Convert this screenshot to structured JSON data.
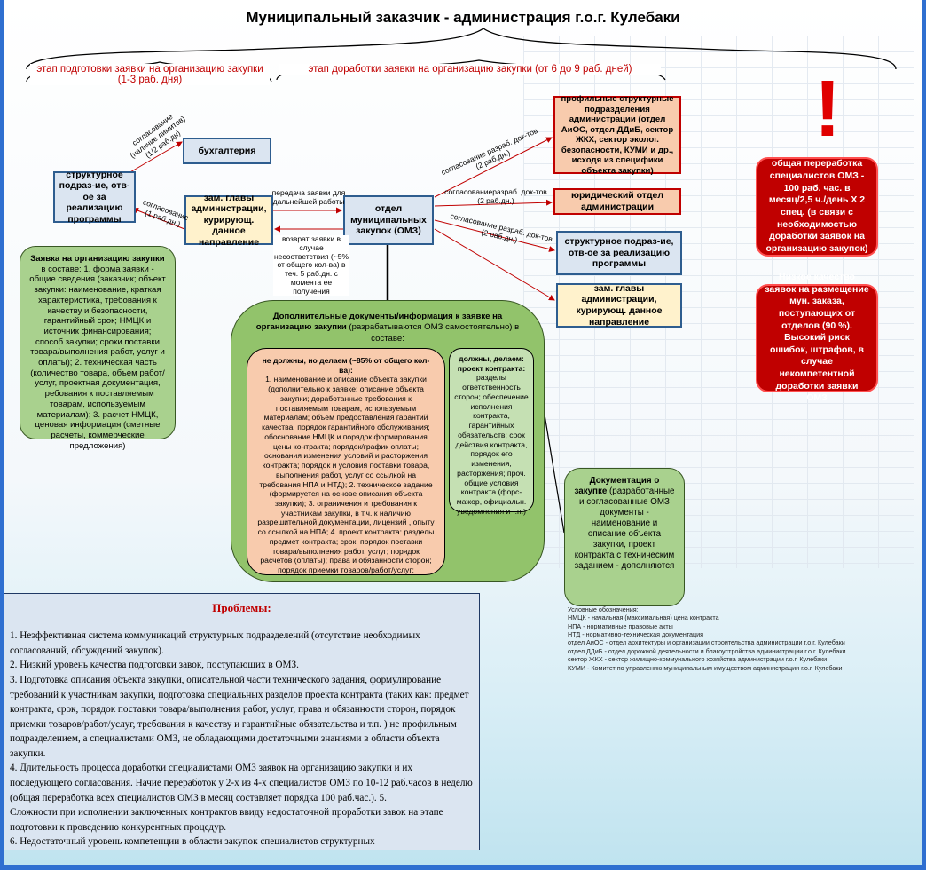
{
  "title": "Муниципальный заказчик - администрация г.о.г. Кулебаки",
  "stages": {
    "prep": "этап подготовки заявки на организацию закупки (1-3 раб. дня)",
    "refine": "этап доработки заявки на организацию закупки (от 6 до 9 раб. дней)"
  },
  "boxes": {
    "struct_div": "структурное подраз-ие, отв-ое за реализацию программы",
    "accounting": "бухгалтерия",
    "deputy": "зам. главы администрации, курирующ. данное направление",
    "omz": "отдел муниципальных закупок (ОМЗ)",
    "profile": "профильные структурные подразделения администрации (отдел АиОС, отдел ДДиБ, сектор ЖКХ, сектор эколог. безопасности, КУМИ и др., исходя из специфики объекта закупки)",
    "legal": "юридический отдел администрации",
    "struct_div2": "структурное подраз-ие, отв-ое за реализацию программы",
    "deputy2": "зам. главы администрации, курирующ. данное направление"
  },
  "arrow_labels": {
    "agree_accounting": "согласование (наличие лимитов) (1/2 раб.дн)",
    "agree_deputy": "согласование (1 раб.дн.)",
    "transfer": "передача заявки для дальнейшей работы",
    "return": "возврат заявки в случае несоответствия (~5% от общего кол-ва) в теч. 5 раб.дн. с момента ее получения",
    "agree_profile": "согласование разраб. док-тов (2 раб.дн.)",
    "agree_legal": "согласованиеразраб. док-тов (2 раб.дн.)",
    "agree_struct": "согласование разраб. док-тов (2 раб.дн.)"
  },
  "application": {
    "lead": "Заявка на организацию закупки",
    "text": " в составе: 1. форма заявки - общие сведения (заказчик; объект закупки: наименование, краткая характеристика, требования к качеству и безопасности, гарантийный срок; НМЦК и источник финансирования; способ закупки; сроки поставки товара/выполнения работ, услуг и оплаты); 2. техническая часть (количество товара, объем работ/услуг, проектная документация, требования к поставляемым товарам, используемым материалам); 3. расчет НМЦК, ценовая информация (сметные расчеты, коммерческие предложения)"
  },
  "additional": {
    "header": "Дополнительные документы/информация к заявке на организацию закупки",
    "header_tail": " (разрабатываются ОМЗ самостоятельно) в составе:",
    "left_lead": "не должны, но делаем (~85% от общего кол-ва):",
    "left_text": "1. наименование и описание объекта закупки (дополнительно к заявке: описание объекта закупки; доработанные требования к поставляемым товарам, используемым материалам; объем предоставления гарантий качества, порядок гарантийного обслуживания; обоснование НМЦК и порядок формирования цены контракта; порядок/график оплаты; основания изменения условий и расторжения контракта; порядок и условия поставки товара, выполнения работ, услуг со ссылкой на требования НПА и НТД); 2. техническое задание (формируется на основе описания объекта закупки); 3. ограничения и требования к участникам закупки, в т.ч. к наличию разрешительной документации, лицензий , опыту со ссылкой на НПА; 4. проект контракта: разделы предмет контракта; срок, порядок поставки товара/выполнения работ, услуг; порядок расчетов (оплаты); права и обязанности сторон; порядок приемки товаров/работ/услуг; требования к качеству и гарантийные обязательства; проч. специальные",
    "right_lead": "должны, делаем: проект контракта:",
    "right_text": "разделы ответственность сторон; обеспечение исполнения контракта, гарантийных обязательств; срок действия контракта, порядок его изменения, расторжения; проч. общие условия контракта (форс-мажор, официальн. уведомления и т.п.)"
  },
  "documentation": {
    "lead": "Документация о закупке",
    "text": " (разработанные и согласованные ОМЗ документы - наименование и описание объекта закупки, проект контракта с техническим заданием - дополняются"
  },
  "alerts": {
    "mark": "!",
    "workload": "общая переработка специалистов ОМЗ - 100 раб. час. в месяц/2,5 ч./день Х 2 спец. (в связи с необходимостью доработки заявок на организацию закупок)",
    "quality": "Низкое качество заявок на размещение мун. заказа, поступающих от отделов (90 %). Высокий риск ошибок, штрафов, в случае некомпетентной доработки заявки ОМЗ"
  },
  "problems": {
    "header": "Проблемы:",
    "items": [
      "1. Неэффективная система коммуникаций структурных подразделений (отсутствие необходимых согласований, обсуждений закупок).",
      "2. Низкий уровень качества подготовки завок, поступающих в ОМЗ.",
      "3. Подготовка описания объекта закупки, описательной части технического задания, формулирование требований к участникам закупки, подготовка специальных разделов проекта контракта (таких как: предмет контракта, срок, порядок поставки товара/выполнения работ, услуг, права и обязанности сторон, порядок приемки товаров/работ/услуг, требования к качеству и гарантийные обязательства и т.п. ) не профильным подразделением, а специалистами ОМЗ, не обладающими достаточными знаниями в области объекта закупки.",
      "4. Длительность процесса доработки специалистами ОМЗ заявок на организацию закупки и их последующего согласования. Начие переработок у 2-х из 4-х специалистов ОМЗ по 10-12 раб.часов в неделю (общая переработка всех специалистов ОМЗ в месяц составляет порядка 100 раб.час.). 5.",
      "Сложности при исполнении заключенных контрактов ввиду недостаточной проработки завок на этапе подготовки к проведению конкурентных процедур.",
      "6. Недостаточный уровень компетенции в области закупок специалистов структурных"
    ]
  },
  "legend": {
    "title": "Условные обозначения:",
    "items": [
      "НМЦК - начальная (максимальная) цена контракта",
      "НПА - нормативные правовые акты",
      "НТД - нормативно-техническая документация",
      "отдел АиОС - отдел архитектуры и организации строительства администрации г.о.г. Кулебаки",
      "отдел ДДиБ - отдел дорожной деятельности и благоустройства администрации г.о.г. Кулебаки",
      "сектор ЖКХ - сектор жилищно-коммунального хозяйства администрации г.о.г. Кулебаки",
      "КУМИ - Комитет по управлению муниципальным имуществом администрации г.о.г. Кулебаки"
    ]
  }
}
